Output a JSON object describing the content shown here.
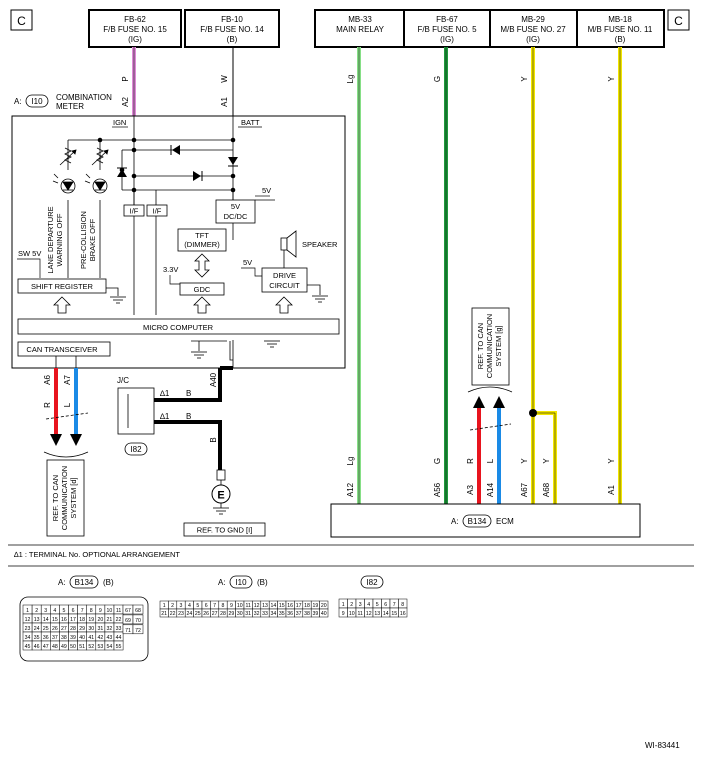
{
  "corner_label": "C",
  "fuses": [
    {
      "code": "FB-62",
      "name": "F/B FUSE NO. 15",
      "cond": "(IG)"
    },
    {
      "code": "FB-10",
      "name": "F/B FUSE NO. 14",
      "cond": "(B)"
    },
    {
      "code": "MB-33",
      "name": "MAIN RELAY",
      "cond": ""
    },
    {
      "code": "FB-67",
      "name": "F/B FUSE NO. 5",
      "cond": "(IG)"
    },
    {
      "code": "MB-29",
      "name": "M/B FUSE NO. 27",
      "cond": "(IG)"
    },
    {
      "code": "MB-18",
      "name": "M/B FUSE NO. 11",
      "cond": "(B)"
    }
  ],
  "wire_colors_top": [
    "P",
    "W",
    "Lg",
    "G",
    "Y",
    "Y"
  ],
  "meter": {
    "prefix": "A:",
    "connector": "I10",
    "title_line1": "COMBINATION",
    "title_line2": "METER",
    "pin_a2": "A2",
    "pin_a1": "A1",
    "ign": "IGN",
    "batt": "BATT",
    "if_label": "I/F",
    "v5": "5V",
    "dcdc_line1": "5V",
    "dcdc_line2": "DC/DC",
    "tft_line1": "TFT",
    "tft_line2": "(DIMMER)",
    "v33": "3.3V",
    "gdc": "GDC",
    "speaker": "SPEAKER",
    "drive_line1": "DRIVE",
    "drive_line2": "CIRCUIT",
    "sw5v": "SW 5V",
    "lane_line1": "LANE DEPARTURE",
    "lane_line2": "WARNING OFF",
    "pre_line1": "PRE-COLLISION",
    "pre_line2": "BRAKE OFF",
    "shift_register": "SHIFT REGISTER",
    "micro_computer": "MICRO COMPUTER",
    "can_transceiver": "CAN TRANSCEIVER"
  },
  "can_left": {
    "pin_a6": "A6",
    "pin_a7": "A7",
    "wire_r": "R",
    "wire_l": "L",
    "ref_line1": "REF. TO CAN",
    "ref_line2": "COMMUNICATION",
    "ref_line3": "SYSTEM [d]"
  },
  "jc": {
    "label": "J/C",
    "connector": "I82",
    "star1": "∆1",
    "star2": "∆1",
    "wire_b1": "B",
    "wire_b2": "B",
    "wire_b3": "B",
    "pin_a40": "A40",
    "ground_symbol": "E",
    "ref_gnd": "REF. TO GND [I]"
  },
  "can_right": {
    "ref_line1": "REF. TO CAN",
    "ref_line2": "COMMUNICATION",
    "ref_line3": "SYSTEM [g]",
    "wire_r": "R",
    "wire_l": "L"
  },
  "ecm": {
    "prefix": "A:",
    "connector": "B134",
    "name": "ECM",
    "pins": [
      "A12",
      "A56",
      "A3",
      "A14",
      "A67",
      "A68",
      "A1"
    ],
    "wires": [
      "Lg",
      "G",
      "R",
      "L",
      "Y",
      "Y",
      "Y"
    ]
  },
  "footnote": "∆1  : TERMINAL No. OPTIONAL ARRANGEMENT",
  "connectors": {
    "b134": {
      "prefix": "A:",
      "name": "B134",
      "suffix": "(B)"
    },
    "i10": {
      "prefix": "A:",
      "name": "I10",
      "suffix": "(B)"
    },
    "i82": {
      "name": "I82"
    }
  },
  "figure_id": "WI-83441",
  "colors": {
    "pink": "#e08ad8",
    "lightgreen": "#86df86",
    "green": "#1e9a3c",
    "yellow": "#f2e600",
    "red": "#e8141e",
    "blue": "#1a8ae6"
  }
}
